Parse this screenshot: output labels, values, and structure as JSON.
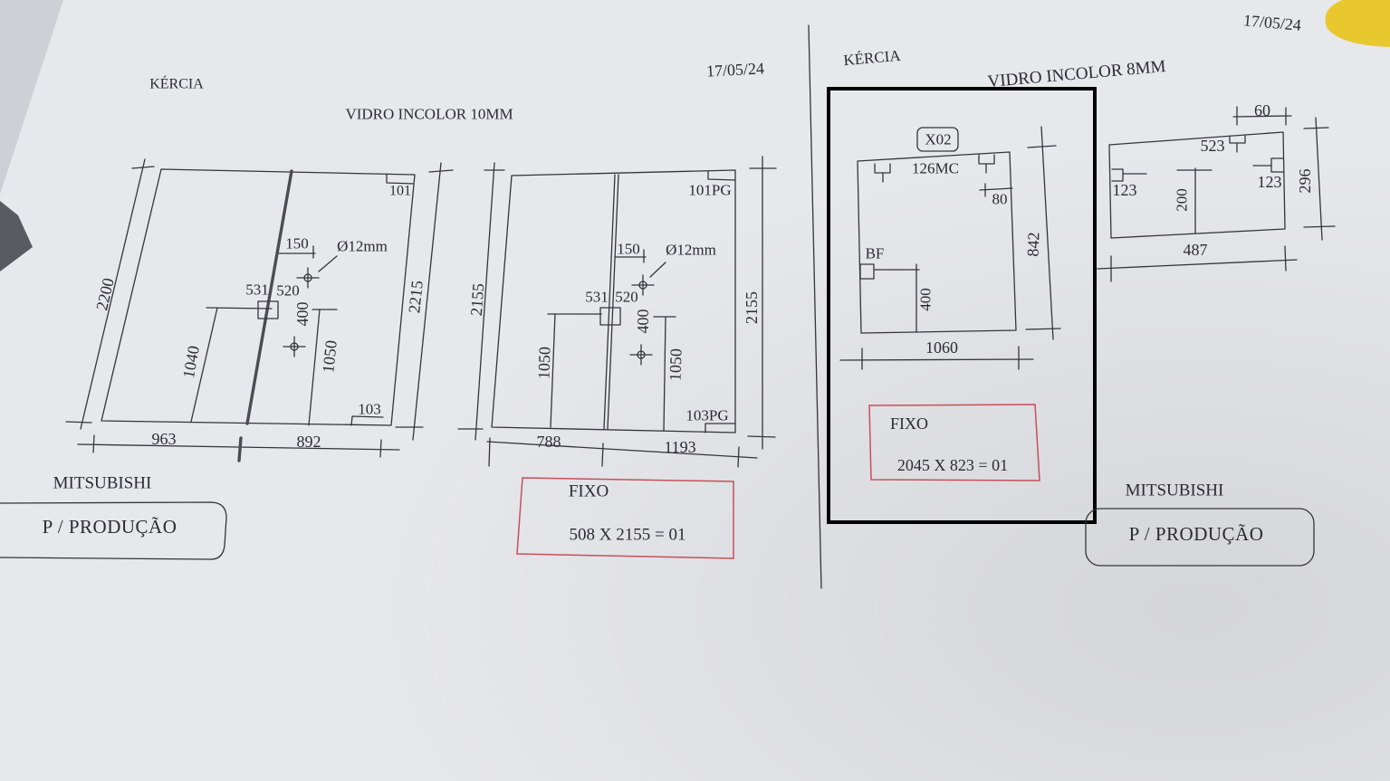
{
  "colors": {
    "paper": "#e7e8ec",
    "ink": "#34343a",
    "red_box": "#c5505a",
    "highlight": "#000000",
    "yellow": "#e9c82f"
  },
  "left_sheet": {
    "client": "KÉRCIA",
    "date": "17/05/24",
    "material": "VIDRO INCOLOR 10MM",
    "panel_a": {
      "dim_left": "2200",
      "dim_right": "2215",
      "corner_top": "101",
      "corner_bottom": "103",
      "offset": "150",
      "hole": "Ø12mm",
      "mark_left": "531",
      "mark_right": "520",
      "hole_spacing": "400",
      "height_left": "1040",
      "height_right": "1050",
      "width_left": "963",
      "width_right": "892"
    },
    "panel_b": {
      "dim_left": "2155",
      "dim_right": "2155",
      "corner_top": "101PG",
      "corner_bottom": "103PG",
      "offset": "150",
      "hole": "Ø12mm",
      "mark_left": "531",
      "mark_right": "520",
      "hole_spacing": "400",
      "height_left": "1050",
      "height_right": "1050",
      "width_left": "788",
      "width_right": "1193"
    },
    "brand": "MITSUBISHI",
    "stamp": "P / PRODUÇÃO",
    "fixed": {
      "label": "FIXO",
      "spec": "508 X 2155 = 01"
    }
  },
  "right_sheet": {
    "client": "KÉRCIA",
    "date": "17/05/24",
    "material": "VIDRO INCOLOR 8MM",
    "panel_c": {
      "tag": "X02",
      "corner_top": "126MC",
      "offset": "80",
      "corner_bottom": "BF",
      "height_mark": "400",
      "height": "842",
      "width": "1060"
    },
    "fixed": {
      "label": "FIXO",
      "spec": "2045 X 823 = 01"
    },
    "panel_d": {
      "width_top": "60",
      "corner_top": "523",
      "corner_left": "123",
      "corner_right": "123",
      "height_mark": "200",
      "height": "296",
      "width": "487"
    },
    "brand": "MITSUBISHI",
    "stamp": "P / PRODUÇÃO"
  }
}
